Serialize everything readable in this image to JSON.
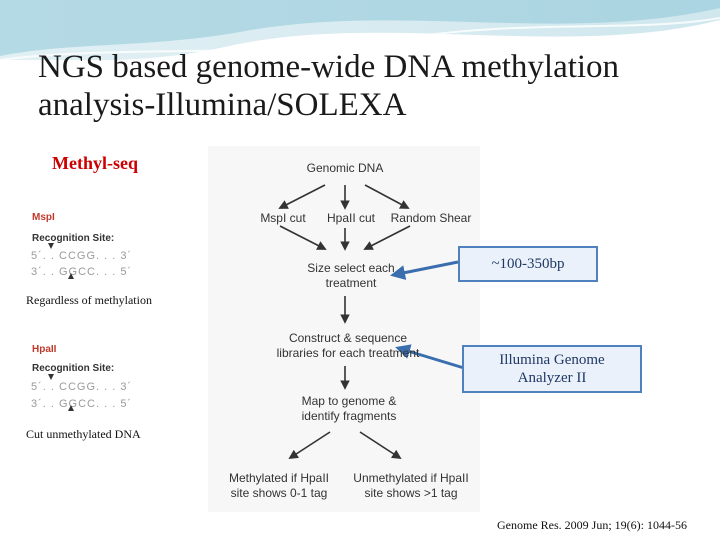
{
  "slide": {
    "title_line1": "NGS based genome-wide DNA methylation",
    "title_line2": "analysis-Illumina/SOLEXA",
    "method_label": "Methyl-seq",
    "citation": "Genome Res. 2009 Jun; 19(6): 1044-56"
  },
  "enzymes": [
    {
      "name": "MspI",
      "recognition_label": "Recognition Site:",
      "seq_top": "5´. . CCGG. . . 3´",
      "seq_bottom": "3´. . GGCC. . . 5´",
      "note": "Regardless of methylation"
    },
    {
      "name": "HpaII",
      "recognition_label": "Recognition Site:",
      "seq_top": "5´. . CCGG. . . 3´",
      "seq_bottom": "3´. . GGCC. . . 5´",
      "note": "Cut unmethylated DNA"
    }
  ],
  "flow": {
    "genomic_dna": "Genomic DNA",
    "mspi_cut": "MspI cut",
    "hpaii_cut": "HpaII cut",
    "random_shear": "Random Shear",
    "size_select_l1": "Size select each",
    "size_select_l2": "treatment",
    "construct_l1": "Construct & sequence",
    "construct_l2": "libraries for each treatment",
    "map_l1": "Map to genome &",
    "map_l2": "identify fragments",
    "methylated_l1": "Methylated if HpaII",
    "methylated_l2": "site shows 0-1 tag",
    "unmethylated_l1": "Unmethylated if HpaII",
    "unmethylated_l2": "site shows >1 tag"
  },
  "callouts": {
    "size_range": "~100-350bp",
    "instrument_l1": "Illumina Genome",
    "instrument_l2": "Analyzer II"
  },
  "colors": {
    "method_label": "#cc0000",
    "enzyme_name": "#c0392b",
    "callout_border": "#4f81bd",
    "callout_fill": "#eaf1fa"
  }
}
